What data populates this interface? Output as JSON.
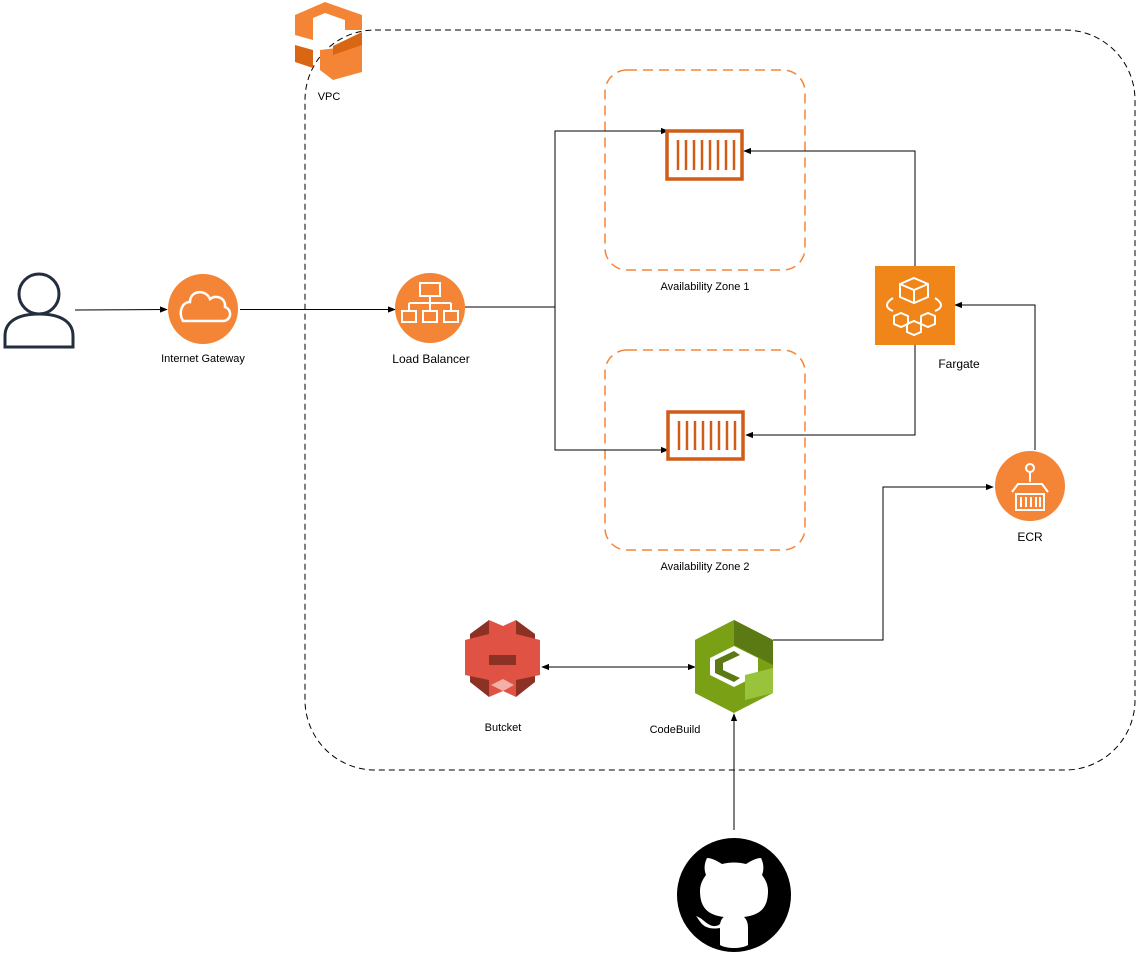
{
  "labels": {
    "vpc": "VPC",
    "internet_gateway": "Internet Gateway",
    "load_balancer": "Load Balancer",
    "availability_zone_1": "Availability Zone 1",
    "availability_zone_2": "Availability Zone 2",
    "fargate": "Fargate",
    "ecr": "ECR",
    "bucket": "Butcket",
    "codebuild": "CodeBuild"
  },
  "icons": {
    "user": "user-icon",
    "vpc": "vpc-icon",
    "internet_gateway": "internet-gateway-icon",
    "load_balancer": "load-balancer-icon",
    "container_1": "ecs-container-icon",
    "container_2": "ecs-container-icon",
    "fargate": "fargate-icon",
    "ecr": "ecr-icon",
    "bucket": "s3-bucket-icon",
    "codebuild": "codebuild-icon",
    "github": "github-icon"
  },
  "colors": {
    "aws_orange": "#F58536",
    "fargate_orange": "#F08519",
    "container_orange": "#D05C17",
    "s3_red": "#E05243",
    "codebuild_green": "#7AA116",
    "az_border": "#F58536",
    "line": "#000000"
  }
}
